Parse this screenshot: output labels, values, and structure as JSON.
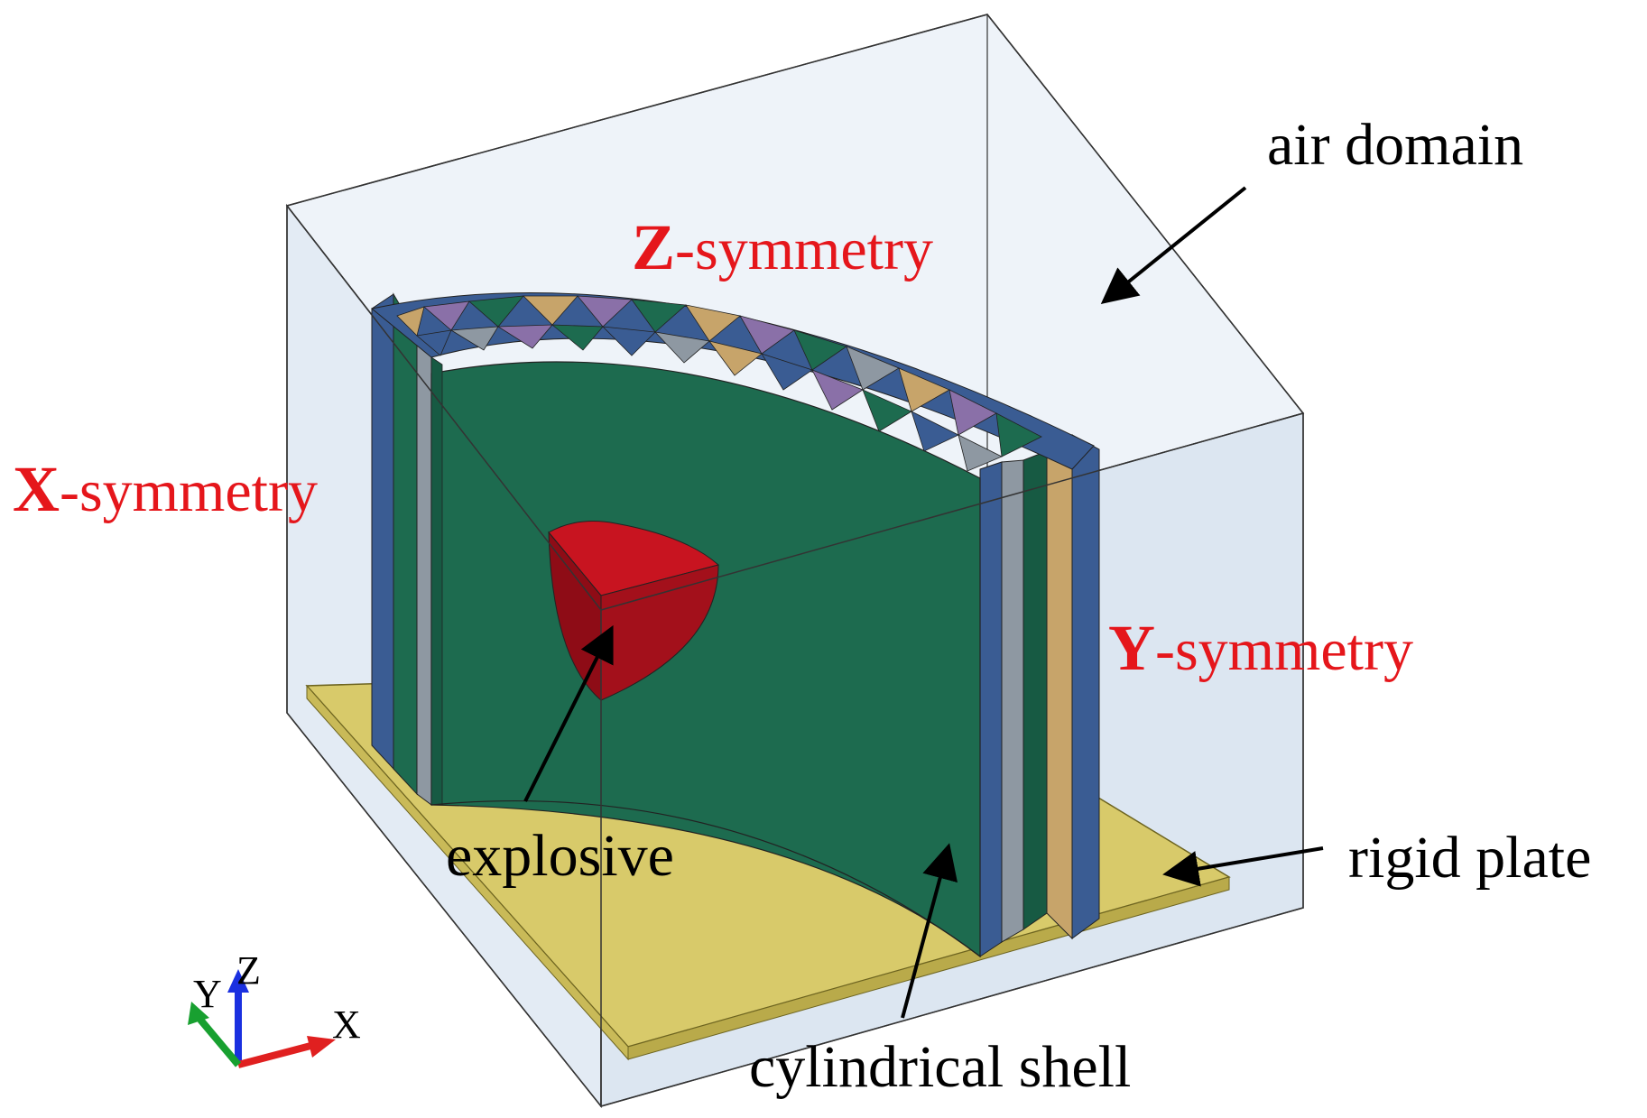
{
  "labels": {
    "air_domain": "air domain",
    "z_symmetry_letter": "Z",
    "z_symmetry_rest": "-symmetry",
    "x_symmetry_letter": "X",
    "x_symmetry_rest": "-symmetry",
    "y_symmetry_letter": "Y",
    "y_symmetry_rest": "-symmetry",
    "explosive": "explosive",
    "rigid_plate": "rigid plate",
    "cylindrical_shell": "cylindrical shell"
  },
  "axis_triad": {
    "x": "X",
    "y": "Y",
    "z": "Z"
  },
  "colors": {
    "symmetry_label": "#e5161b",
    "shell_green": "#1d6b4f",
    "shell_green_dark": "#175a43",
    "shell_blue": "#3a5c93",
    "shell_gray": "#8e98a2",
    "shell_tan": "#c7a46a",
    "shell_purple": "#8a70a8",
    "explosive_red": "#c81420",
    "explosive_dark": "#8e0c16",
    "plate_yellow": "#d8ca6a",
    "plate_edge": "#b9aa4a",
    "air_fill": "#e6eef6",
    "axis_x": "#e02020",
    "axis_y": "#18a030",
    "axis_z": "#1a30e0"
  }
}
